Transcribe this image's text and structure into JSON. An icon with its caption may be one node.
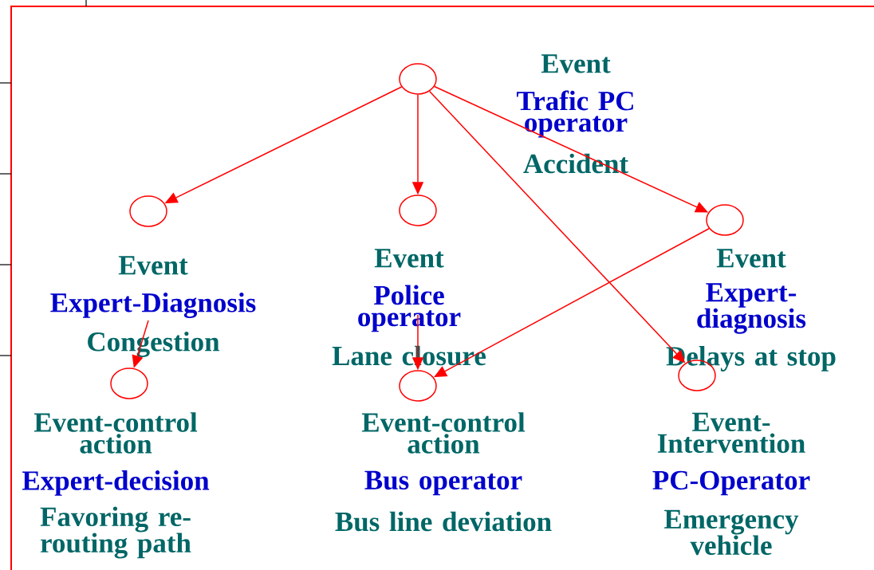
{
  "diagram": {
    "nodes": [
      {
        "text": [
          "Event",
          "Trafic PC operator",
          "Accident"
        ]
      },
      {
        "text": [
          "Event",
          "Expert-Diagnosis",
          "Congestion"
        ]
      },
      {
        "text": [
          "Event",
          "Police operator",
          "Lane closure"
        ]
      },
      {
        "text": [
          "Event",
          "Expert-diagnosis",
          "Delays at stop"
        ]
      },
      {
        "text": [
          "Event-control action",
          "Expert-decision",
          "Favoring re-routing path"
        ]
      },
      {
        "text": [
          "Event-control action",
          "Bus operator",
          "Bus line deviation"
        ]
      },
      {
        "text": [
          "Event-Intervention",
          "PC-Operator",
          "Emergency vehicle"
        ]
      }
    ],
    "edges": [
      {
        "from": 0,
        "to": 1,
        "arrow": "to"
      },
      {
        "from": 0,
        "to": 2,
        "arrow": "to"
      },
      {
        "from": 0,
        "to": 3,
        "arrow": "to"
      },
      {
        "from": 0,
        "to": 6,
        "arrow": "to"
      },
      {
        "from": 3,
        "to": 5,
        "arrow": "to"
      },
      {
        "from": 2,
        "to": 5,
        "arrow": "to"
      },
      {
        "from": 1,
        "to": 4,
        "arrow": "to"
      }
    ]
  }
}
